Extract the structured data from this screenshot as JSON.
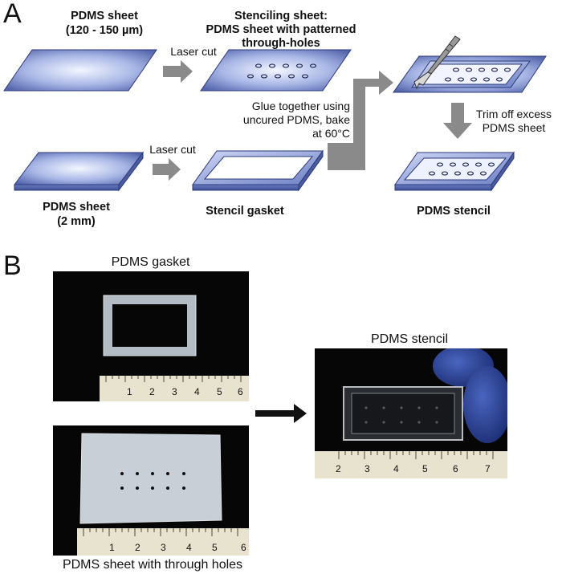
{
  "panels": {
    "a": "A",
    "b": "B"
  },
  "panel_a": {
    "sheet_thin_title": "PDMS sheet",
    "sheet_thin_thickness": "(120 - 150 µm)",
    "laser_cut_1": "Laser cut",
    "stenciling_title": "Stenciling sheet:",
    "stenciling_sub1": "PDMS sheet with patterned",
    "stenciling_sub2": "through-holes",
    "glue_line1": "Glue together using",
    "glue_line2": "uncured PDMS, bake",
    "glue_line3": "at 60°C",
    "trim_line1": "Trim off excess",
    "trim_line2": "PDMS sheet",
    "laser_cut_2": "Laser cut",
    "sheet_thick_title": "PDMS sheet",
    "sheet_thick_thickness": "(2 mm)",
    "gasket_label": "Stencil gasket",
    "stencil_label": "PDMS stencil"
  },
  "panel_b": {
    "gasket_caption": "PDMS gasket",
    "sheet_caption": "PDMS sheet with through holes",
    "stencil_caption": "PDMS stencil",
    "ruler_gasket_numbers": [
      "1",
      "2",
      "3",
      "4",
      "5",
      "6"
    ],
    "ruler_sheet_numbers": [
      "1",
      "2",
      "3",
      "4",
      "5",
      "6"
    ],
    "ruler_stencil_numbers": [
      "2",
      "3",
      "4",
      "5",
      "6",
      "7"
    ]
  },
  "colors": {
    "sheet_dark": "#5a6fb5",
    "sheet_light": "#eef2ff",
    "arrow_gray": "#8a8a8a",
    "photo_bg": "#060606"
  }
}
